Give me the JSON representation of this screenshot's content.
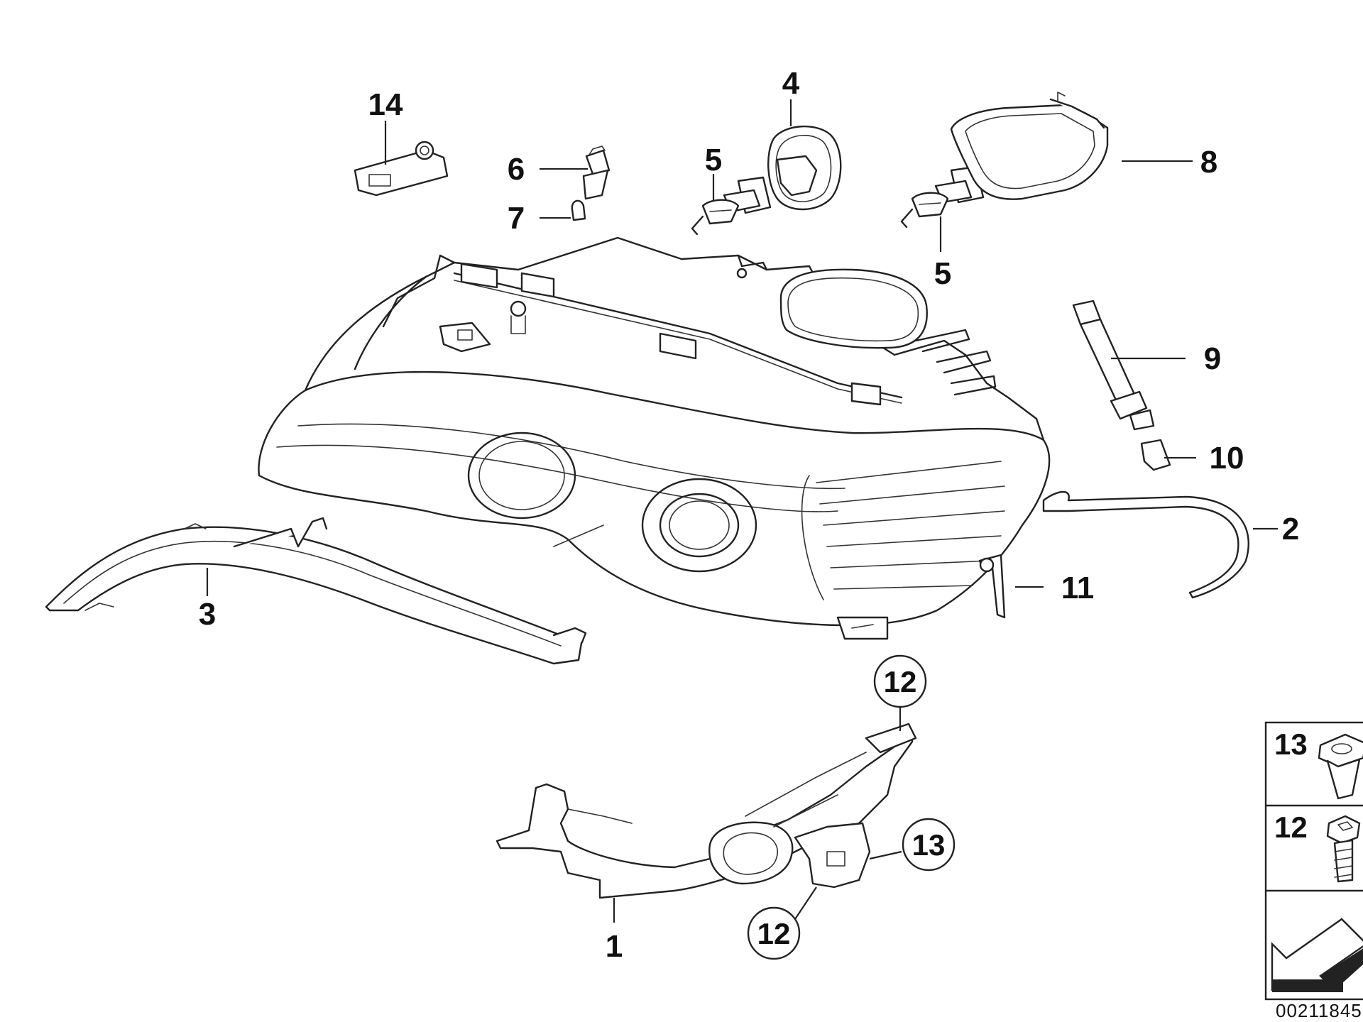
{
  "diagram": {
    "callouts": [
      "1",
      "2",
      "3",
      "4",
      "5",
      "5",
      "6",
      "7",
      "8",
      "9",
      "10",
      "11",
      "14"
    ],
    "circled_callouts": [
      "12",
      "12",
      "13"
    ],
    "legend": {
      "rows": [
        "13",
        "12"
      ]
    },
    "doc_code": "00211845"
  }
}
